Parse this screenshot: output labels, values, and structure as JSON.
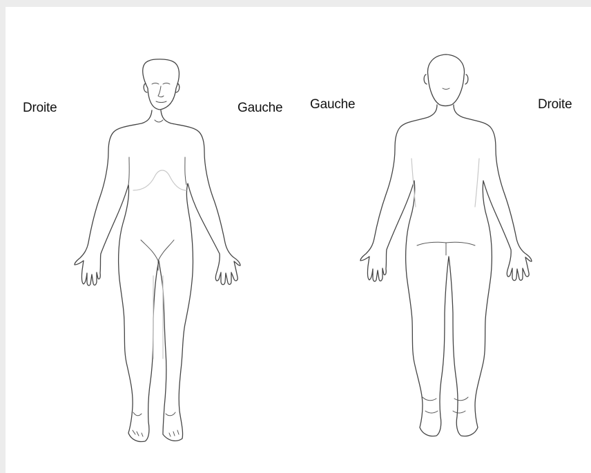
{
  "diagram": {
    "front_view": {
      "label_right": "Droite",
      "label_left": "Gauche"
    },
    "back_view": {
      "label_left": "Gauche",
      "label_right": "Droite"
    }
  }
}
